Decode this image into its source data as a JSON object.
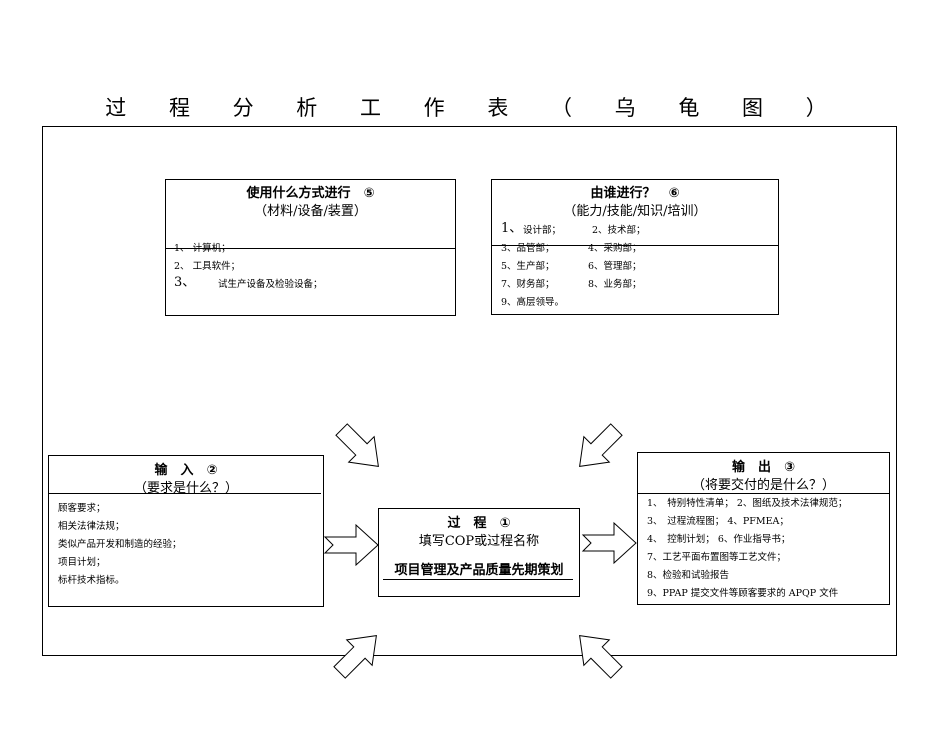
{
  "title": "过 程 分 析 工 作 表 （ 乌 龟 图 ）",
  "method_box": {
    "heading": "使用什么方式进行　⑤",
    "subheading": "（材料/设备/装置）",
    "items": [
      "1、 计算机；",
      "2、 工具软件；",
      "试生产设备及检验设备；"
    ],
    "item3_num": "3、"
  },
  "who_box": {
    "heading": "由谁进行？　⑥",
    "subheading": "（能力/技能/知识/培训）",
    "row1_num": "1、",
    "rows": [
      [
        "设计部；",
        "2、技术部；"
      ],
      [
        "3、品管部；",
        "4、采购部；"
      ],
      [
        "5、生产部；",
        "6、管理部；"
      ],
      [
        "7、财务部；",
        "8、业务部；"
      ],
      [
        "9、高层领导。",
        ""
      ]
    ]
  },
  "input_box": {
    "heading": "输　入　②",
    "subheading": "（要求是什么？）",
    "items": [
      "顾客要求；",
      "相关法律法规；",
      "类似产品开发和制造的经验；",
      "项目计划；",
      "标杆技术指标。"
    ]
  },
  "process_box": {
    "heading": "过　程　①",
    "subheading": "填写COP或过程名称",
    "name": "项目管理及产品质量先期策划"
  },
  "output_box": {
    "heading": "输　出　③",
    "subheading": "（将要交付的是什么？）",
    "items": [
      "1、　特别特性清单； 2、图纸及技术法律规范；",
      "3、　过程流程图； 4、PFMEA；",
      "4、　控制计划； 6、作业指导书；",
      "7、工艺平面布置图等工艺文件；",
      "8、检验和试验报告",
      "9、PPAP 提交文件等顾客要求的 APQP 文件"
    ]
  }
}
